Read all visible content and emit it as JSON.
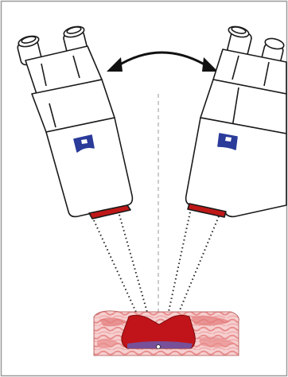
{
  "figure": {
    "subject": "surgical-microscope-tilt-diagram",
    "colors": {
      "border": "#9a9a9a",
      "outline": "#1a1a1a",
      "microscope_body": "#ffffff",
      "logo_blue": "#2b3b9a",
      "lens_ring": "#c01818",
      "tissue_light": "#f3c2c2",
      "tissue_mid": "#e57c7c",
      "tissue_dark": "#d31f1f",
      "tissue_cavity": "#c0141a",
      "cavity_floor": "#6a5ab0",
      "beam_dots": "#222222",
      "axis_dash": "#9a9a9a"
    },
    "icons": [
      "left-microscope",
      "right-microscope",
      "tilt-double-arrow",
      "tissue-block"
    ]
  }
}
